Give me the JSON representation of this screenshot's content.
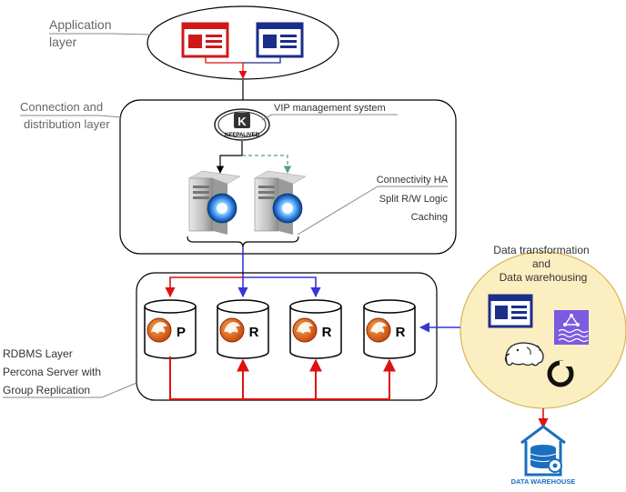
{
  "labels": {
    "application_layer_line1": "Application",
    "application_layer_line2": "layer",
    "connection_layer_line1": "Connection and",
    "connection_layer_line2": "distribution layer",
    "vip_management": "VIP management system",
    "keepalived": "KEEPALIVED",
    "connectivity_ha": "Connectivity HA",
    "split_rw": "Split R/W Logic",
    "caching": "Caching",
    "rdbms_line1": "RDBMS Layer",
    "rdbms_line2": "Percona Server with",
    "rdbms_line3": "Group Replication",
    "data_transform_line1": "Data transformation",
    "data_transform_line2": "and",
    "data_transform_line3": "Data warehousing",
    "data_warehouse": "DATA WAREHOUSE"
  },
  "db_nodes": [
    {
      "role": "P"
    },
    {
      "role": "R"
    },
    {
      "role": "R"
    },
    {
      "role": "R"
    }
  ],
  "colors": {
    "red": "#e01010",
    "blue": "#3535d8",
    "navy": "#1a2e8a",
    "teal": "#5a9a8a",
    "yellow_fill": "#fbeec0",
    "yellow_stroke": "#d6b656",
    "dw_blue": "#1a6fc0",
    "kinesis": "#7b5be0"
  },
  "icons": [
    "application-window-icon-red",
    "application-window-icon-blue",
    "keepalived-logo-icon",
    "server-icon",
    "percona-database-icon",
    "kinesis-icon",
    "hadoop-elephant-icon",
    "snowflake-ring-icon",
    "data-warehouse-icon"
  ]
}
